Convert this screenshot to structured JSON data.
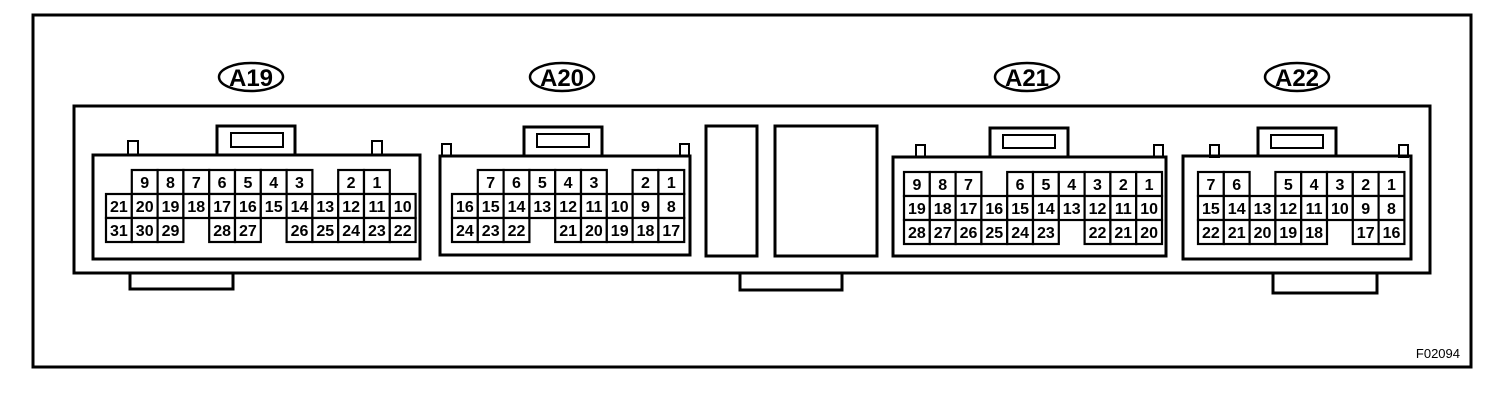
{
  "figure_code": "F02094",
  "connectors": [
    {
      "id": "A19",
      "rows": [
        [
          "",
          "9",
          "8",
          "7",
          "6",
          "5",
          "4",
          "3",
          "",
          "2",
          "1",
          ""
        ],
        [
          "21",
          "20",
          "19",
          "18",
          "17",
          "16",
          "15",
          "14",
          "13",
          "12",
          "11",
          "10"
        ],
        [
          "31",
          "30",
          "29",
          "",
          "28",
          "27",
          "",
          "26",
          "25",
          "24",
          "23",
          "22"
        ]
      ]
    },
    {
      "id": "A20",
      "rows": [
        [
          "",
          "7",
          "6",
          "5",
          "4",
          "3",
          "",
          "2",
          "1",
          ""
        ],
        [
          "16",
          "15",
          "14",
          "13",
          "12",
          "11",
          "10",
          "9",
          "8",
          ""
        ],
        [
          "24",
          "23",
          "22",
          "",
          "21",
          "20",
          "19",
          "18",
          "17",
          ""
        ]
      ]
    },
    {
      "id": "A21",
      "rows": [
        [
          "9",
          "8",
          "7",
          "",
          "6",
          "5",
          "4",
          "3",
          "2",
          "1"
        ],
        [
          "19",
          "18",
          "17",
          "16",
          "15",
          "14",
          "13",
          "12",
          "11",
          "10"
        ],
        [
          "28",
          "27",
          "26",
          "25",
          "24",
          "23",
          "",
          "22",
          "21",
          "20"
        ]
      ]
    },
    {
      "id": "A22",
      "rows": [
        [
          "7",
          "6",
          "",
          "5",
          "4",
          "3",
          "2",
          "1"
        ],
        [
          "15",
          "14",
          "13",
          "12",
          "11",
          "10",
          "9",
          "8"
        ],
        [
          "22",
          "21",
          "20",
          "19",
          "18",
          "",
          "17",
          "16"
        ]
      ]
    }
  ]
}
